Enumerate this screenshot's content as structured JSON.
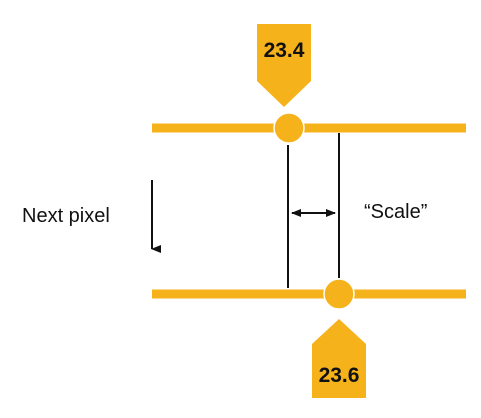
{
  "colors": {
    "accent": "#F5B21B",
    "ink": "#111111",
    "background": "#FFFFFF"
  },
  "top_callout": {
    "value": "23.4"
  },
  "bottom_callout": {
    "value": "23.6"
  },
  "labels": {
    "next_pixel": "Next pixel",
    "scale": "“Scale”"
  }
}
